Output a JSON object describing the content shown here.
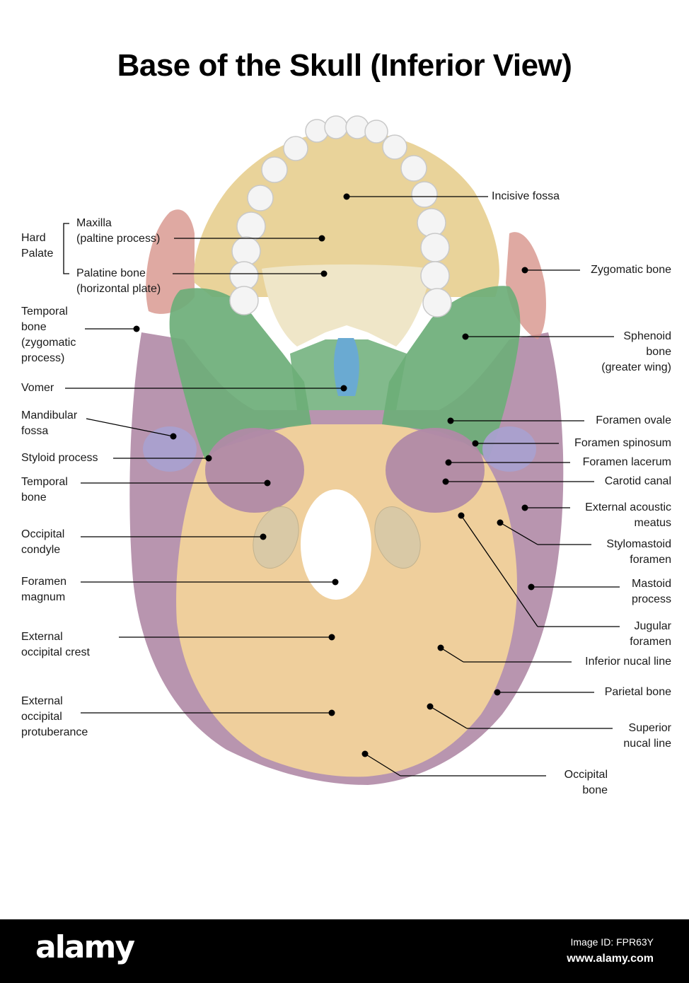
{
  "title": "Base of the Skull (Inferior View)",
  "colors": {
    "maxilla": "#e9d39a",
    "palatine": "#efe6c8",
    "sphenoid": "#6cae78",
    "vomer": "#6aaad2",
    "temporal": "#b08aa6",
    "occipital": "#efcf9c",
    "zygomatic": "#d99a92",
    "fossa": "#a9a0cf",
    "teeth": "#f4f4f4"
  },
  "labels": {
    "incisive_fossa": "Incisive fossa",
    "hard_palate": "Hard\nPalate",
    "maxilla": "Maxilla\n(paltine process)",
    "palatine_bone": "Palatine bone\n(horizontal plate)",
    "zygomatic_bone": "Zygomatic bone",
    "temporal_zyg": "Temporal\nbone\n(zygomatic\nprocess)",
    "sphenoid": "Sphenoid\nbone\n(greater wing)",
    "vomer": "Vomer",
    "mandibular_fossa": "Mandibular\nfossa",
    "foramen_ovale": "Foramen ovale",
    "styloid_process": "Styloid process",
    "foramen_spinosum": "Foramen spinosum",
    "foramen_lacerum": "Foramen lacerum",
    "temporal_bone": "Temporal\nbone",
    "carotid_canal": "Carotid canal",
    "external_acoustic": "External acoustic\nmeatus",
    "occipital_condyle": "Occipital\ncondyle",
    "stylomastoid": "Stylomastoid\nforamen",
    "foramen_magnum": "Foramen\nmagnum",
    "mastoid": "Mastoid\nprocess",
    "ext_occ_crest": "External\noccipital crest",
    "jugular": "Jugular\nforamen",
    "inferior_nucal": "Inferior nucal line",
    "parietal": "Parietal bone",
    "ext_occ_prot": "External\noccipital\nprotuberance",
    "superior_nucal": "Superior\nnucal line",
    "occipital_bone": "Occipital\nbone"
  },
  "footer": {
    "brand": "alamy",
    "image_id": "Image ID: FPR63Y",
    "site": "www.alamy.com"
  }
}
